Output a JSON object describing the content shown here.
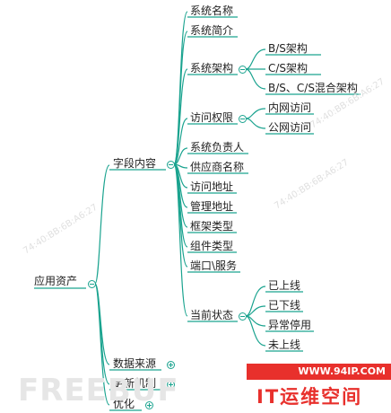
{
  "mindmap": {
    "root": "应用资产",
    "branch1": {
      "label": "字段内容",
      "items": {
        "sys_name": "系统名称",
        "sys_intro": "系统简介",
        "sys_arch": "系统架构",
        "arch": [
          "B/S架构",
          "C/S架构",
          "B/S、C/S混合架构"
        ],
        "access": "访问权限",
        "access_items": [
          "内网访问",
          "公网访问"
        ],
        "owner": "系统负责人",
        "vendor": "供应商名称",
        "access_addr": "访问地址",
        "admin_addr": "管理地址",
        "framework": "框架类型",
        "component": "组件类型",
        "port": "端口\\服务",
        "status": "当前状态",
        "status_items": [
          "已上线",
          "已下线",
          "异常停用",
          "未上线"
        ]
      }
    },
    "branch2": "数据来源",
    "branch3": "更新机制",
    "branch4": "优化"
  },
  "watermark": {
    "site": "WWW.94IP.COM",
    "brand": "IT运维空间",
    "freebuf": "FREEBUF",
    "faint": "74:40:BB:6B:A6:27"
  },
  "colors": {
    "line": "#1aa38f",
    "watermark_red": "#e8302c"
  }
}
